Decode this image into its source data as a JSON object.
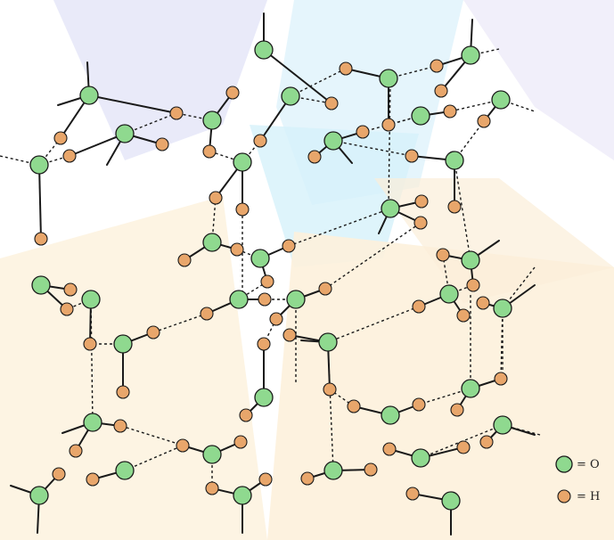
{
  "colors": {
    "oxygen": "#8fd98f",
    "hydrogen": "#e8a66b",
    "bond": "#1a1a1a",
    "bg_band_1": "#dfe1f7",
    "bg_band_2": "#d8f2fb",
    "bg_band_3": "#fdf1dd"
  },
  "legend": {
    "oxygen_label": "= O",
    "hydrogen_label": "= H"
  },
  "molecules": [
    {
      "id": 0,
      "o": [
        296,
        56
      ],
      "h": [
        [
          372,
          116
        ]
      ]
    },
    {
      "id": 1,
      "o": [
        436,
        88
      ],
      "h": [
        [
          388,
          77
        ],
        [
          436,
          140
        ]
      ]
    },
    {
      "id": 2,
      "o": [
        528,
        62
      ],
      "h": [
        [
          490,
          74
        ],
        [
          495,
          102
        ]
      ]
    },
    {
      "id": 3,
      "o": [
        100,
        107
      ],
      "h": [
        [
          68,
          155
        ],
        [
          198,
          127
        ]
      ]
    },
    {
      "id": 4,
      "o": [
        238,
        135
      ],
      "h": [
        [
          261,
          104
        ],
        [
          235,
          170
        ]
      ]
    },
    {
      "id": 5,
      "o": [
        326,
        108
      ],
      "h": [
        [
          292,
          158
        ]
      ]
    },
    {
      "id": 6,
      "o": [
        472,
        130
      ],
      "h": [
        [
          505,
          125
        ]
      ]
    },
    {
      "id": 7,
      "o": [
        562,
        112
      ],
      "h": [
        [
          543,
          136
        ]
      ]
    },
    {
      "id": 8,
      "o": [
        140,
        150
      ],
      "h": [
        [
          182,
          162
        ],
        [
          78,
          175
        ]
      ]
    },
    {
      "id": 9,
      "o": [
        44,
        185
      ],
      "h": [
        [
          46,
          268
        ]
      ]
    },
    {
      "id": 10,
      "o": [
        272,
        182
      ],
      "h": [
        [
          272,
          235
        ],
        [
          242,
          222
        ]
      ]
    },
    {
      "id": 11,
      "o": [
        374,
        158
      ],
      "h": [
        [
          353,
          176
        ],
        [
          407,
          148
        ]
      ]
    },
    {
      "id": 12,
      "o": [
        510,
        180
      ],
      "h": [
        [
          462,
          175
        ],
        [
          510,
          232
        ]
      ]
    },
    {
      "id": 13,
      "o": [
        238,
        272
      ],
      "h": [
        [
          207,
          292
        ],
        [
          266,
          280
        ]
      ]
    },
    {
      "id": 14,
      "o": [
        438,
        234
      ],
      "h": [
        [
          473,
          226
        ],
        [
          472,
          250
        ]
      ]
    },
    {
      "id": 15,
      "o": [
        292,
        290
      ],
      "h": [
        [
          324,
          276
        ],
        [
          300,
          316
        ]
      ]
    },
    {
      "id": 16,
      "o": [
        46,
        320
      ],
      "h": [
        [
          79,
          325
        ],
        [
          75,
          347
        ]
      ]
    },
    {
      "id": 17,
      "o": [
        102,
        336
      ],
      "h": [
        [
          101,
          386
        ]
      ]
    },
    {
      "id": 18,
      "o": [
        268,
        336
      ],
      "h": [
        [
          297,
          336
        ],
        [
          232,
          352
        ]
      ]
    },
    {
      "id": 19,
      "o": [
        332,
        336
      ],
      "h": [
        [
          365,
          324
        ],
        [
          310,
          358
        ]
      ]
    },
    {
      "id": 20,
      "o": [
        528,
        292
      ],
      "h": [
        [
          497,
          286
        ],
        [
          531,
          320
        ]
      ]
    },
    {
      "id": 21,
      "o": [
        504,
        330
      ],
      "h": [
        [
          470,
          344
        ],
        [
          520,
          354
        ]
      ]
    },
    {
      "id": 22,
      "o": [
        564,
        346
      ],
      "h": [
        [
          542,
          340
        ]
      ]
    },
    {
      "id": 23,
      "o": [
        138,
        386
      ],
      "h": [
        [
          138,
          440
        ],
        [
          172,
          373
        ]
      ]
    },
    {
      "id": 24,
      "o": [
        368,
        384
      ],
      "h": [
        [
          370,
          437
        ],
        [
          325,
          376
        ]
      ]
    },
    {
      "id": 25,
      "o": [
        296,
        446
      ],
      "h": [
        [
          276,
          466
        ],
        [
          296,
          386
        ]
      ]
    },
    {
      "id": 26,
      "o": [
        438,
        466
      ],
      "h": [
        [
          470,
          454
        ],
        [
          397,
          456
        ]
      ]
    },
    {
      "id": 27,
      "o": [
        528,
        436
      ],
      "h": [
        [
          513,
          460
        ],
        [
          562,
          425
        ]
      ]
    },
    {
      "id": 28,
      "o": [
        104,
        474
      ],
      "h": [
        [
          85,
          506
        ],
        [
          135,
          478
        ]
      ]
    },
    {
      "id": 29,
      "o": [
        238,
        510
      ],
      "h": [
        [
          205,
          500
        ],
        [
          270,
          496
        ]
      ]
    },
    {
      "id": 30,
      "o": [
        374,
        528
      ],
      "h": [
        [
          416,
          527
        ],
        [
          345,
          537
        ]
      ]
    },
    {
      "id": 31,
      "o": [
        472,
        514
      ],
      "h": [
        [
          437,
          504
        ],
        [
          520,
          502
        ]
      ]
    },
    {
      "id": 32,
      "o": [
        564,
        477
      ],
      "h": [
        [
          546,
          496
        ]
      ]
    },
    {
      "id": 33,
      "o": [
        140,
        528
      ],
      "h": [
        [
          104,
          538
        ]
      ]
    },
    {
      "id": 34,
      "o": [
        44,
        556
      ],
      "h": [
        [
          66,
          532
        ]
      ]
    },
    {
      "id": 35,
      "o": [
        272,
        556
      ],
      "h": [
        [
          238,
          548
        ],
        [
          298,
          538
        ]
      ]
    },
    {
      "id": 36,
      "o": [
        506,
        562
      ],
      "h": [
        [
          463,
          554
        ]
      ]
    }
  ],
  "hydrogen_bonds": [
    [
      [
        296,
        56
      ],
      [
        372,
        116
      ]
    ],
    [
      [
        326,
        108
      ],
      [
        372,
        116
      ]
    ],
    [
      [
        326,
        108
      ],
      [
        388,
        77
      ]
    ],
    [
      [
        238,
        135
      ],
      [
        198,
        127
      ]
    ],
    [
      [
        140,
        150
      ],
      [
        198,
        127
      ]
    ],
    [
      [
        100,
        107
      ],
      [
        198,
        127
      ]
    ],
    [
      [
        436,
        88
      ],
      [
        490,
        74
      ]
    ],
    [
      [
        472,
        130
      ],
      [
        436,
        140
      ]
    ],
    [
      [
        562,
        112
      ],
      [
        505,
        125
      ]
    ],
    [
      [
        44,
        185
      ],
      [
        78,
        175
      ]
    ],
    [
      [
        326,
        108
      ],
      [
        292,
        158
      ]
    ],
    [
      [
        272,
        182
      ],
      [
        292,
        158
      ]
    ],
    [
      [
        374,
        158
      ],
      [
        407,
        148
      ]
    ],
    [
      [
        472,
        130
      ],
      [
        407,
        148
      ]
    ],
    [
      [
        510,
        180
      ],
      [
        543,
        136
      ]
    ],
    [
      [
        374,
        158
      ],
      [
        462,
        175
      ]
    ],
    [
      [
        238,
        272
      ],
      [
        242,
        222
      ]
    ],
    [
      [
        272,
        182
      ],
      [
        242,
        222
      ]
    ],
    [
      [
        44,
        185
      ],
      [
        46,
        268
      ]
    ],
    [
      [
        44,
        185
      ],
      [
        68,
        155
      ]
    ],
    [
      [
        238,
        135
      ],
      [
        235,
        170
      ]
    ],
    [
      [
        238,
        272
      ],
      [
        266,
        280
      ]
    ],
    [
      [
        292,
        290
      ],
      [
        266,
        280
      ]
    ],
    [
      [
        324,
        276
      ],
      [
        438,
        234
      ]
    ],
    [
      [
        46,
        320
      ],
      [
        79,
        325
      ]
    ],
    [
      [
        102,
        336
      ],
      [
        75,
        347
      ]
    ],
    [
      [
        102,
        336
      ],
      [
        101,
        386
      ]
    ],
    [
      [
        138,
        386
      ],
      [
        101,
        386
      ]
    ],
    [
      [
        268,
        336
      ],
      [
        297,
        336
      ]
    ],
    [
      [
        332,
        336
      ],
      [
        297,
        336
      ]
    ],
    [
      [
        332,
        336
      ],
      [
        365,
        324
      ]
    ],
    [
      [
        365,
        324
      ],
      [
        472,
        250
      ]
    ],
    [
      [
        232,
        352
      ],
      [
        172,
        373
      ]
    ],
    [
      [
        300,
        316
      ],
      [
        268,
        336
      ]
    ],
    [
      [
        310,
        358
      ],
      [
        296,
        386
      ]
    ],
    [
      [
        504,
        330
      ],
      [
        497,
        286
      ]
    ],
    [
      [
        504,
        330
      ],
      [
        531,
        320
      ]
    ],
    [
      [
        564,
        346
      ],
      [
        542,
        340
      ]
    ],
    [
      [
        504,
        330
      ],
      [
        470,
        344
      ]
    ],
    [
      [
        470,
        344
      ],
      [
        368,
        384
      ]
    ],
    [
      [
        368,
        384
      ],
      [
        325,
        376
      ]
    ],
    [
      [
        564,
        346
      ],
      [
        562,
        425
      ]
    ],
    [
      [
        528,
        436
      ],
      [
        562,
        425
      ]
    ],
    [
      [
        528,
        436
      ],
      [
        470,
        454
      ]
    ],
    [
      [
        438,
        466
      ],
      [
        397,
        456
      ]
    ],
    [
      [
        370,
        437
      ],
      [
        397,
        456
      ]
    ],
    [
      [
        296,
        446
      ],
      [
        276,
        466
      ]
    ],
    [
      [
        238,
        510
      ],
      [
        270,
        496
      ]
    ],
    [
      [
        238,
        510
      ],
      [
        205,
        500
      ]
    ],
    [
      [
        138,
        440
      ],
      [
        138,
        386
      ]
    ],
    [
      [
        104,
        474
      ],
      [
        135,
        478
      ]
    ],
    [
      [
        238,
        510
      ],
      [
        238,
        548
      ]
    ],
    [
      [
        272,
        556
      ],
      [
        298,
        538
      ]
    ],
    [
      [
        374,
        528
      ],
      [
        345,
        537
      ]
    ],
    [
      [
        374,
        528
      ],
      [
        416,
        527
      ]
    ],
    [
      [
        472,
        514
      ],
      [
        437,
        504
      ]
    ],
    [
      [
        472,
        514
      ],
      [
        520,
        502
      ]
    ],
    [
      [
        564,
        477
      ],
      [
        546,
        496
      ]
    ],
    [
      [
        506,
        562
      ],
      [
        463,
        554
      ]
    ],
    [
      [
        140,
        528
      ],
      [
        104,
        538
      ]
    ],
    [
      [
        44,
        556
      ],
      [
        66,
        532
      ]
    ],
    [
      [
        140,
        528
      ],
      [
        205,
        500
      ]
    ],
    [
      [
        104,
        474
      ],
      [
        85,
        506
      ]
    ],
    [
      [
        172,
        373
      ],
      [
        138,
        386
      ]
    ],
    [
      [
        236,
        170
      ],
      [
        272,
        182
      ]
    ],
    [
      [
        136,
        478
      ],
      [
        238,
        510
      ]
    ]
  ],
  "stubs": [
    [
      [
        296,
        56
      ],
      [
        296,
        15
      ]
    ],
    [
      [
        528,
        62
      ],
      [
        530,
        22
      ]
    ],
    [
      [
        100,
        107
      ],
      [
        98,
        70
      ]
    ],
    [
      [
        100,
        107
      ],
      [
        65,
        118
      ]
    ],
    [
      [
        140,
        150
      ],
      [
        120,
        185
      ]
    ],
    [
      [
        374,
        158
      ],
      [
        395,
        183
      ]
    ],
    [
      [
        438,
        234
      ],
      [
        425,
        262
      ]
    ],
    [
      [
        528,
        292
      ],
      [
        560,
        270
      ]
    ],
    [
      [
        564,
        346
      ],
      [
        600,
        320
      ]
    ],
    [
      [
        368,
        384
      ],
      [
        338,
        382
      ]
    ],
    [
      [
        44,
        556
      ],
      [
        12,
        545
      ]
    ],
    [
      [
        44,
        556
      ],
      [
        42,
        598
      ]
    ],
    [
      [
        272,
        556
      ],
      [
        272,
        598
      ]
    ],
    [
      [
        506,
        562
      ],
      [
        506,
        600
      ]
    ],
    [
      [
        564,
        477
      ],
      [
        600,
        488
      ]
    ],
    [
      [
        104,
        474
      ],
      [
        70,
        486
      ]
    ]
  ],
  "long_dashed": [
    [
      [
        0,
        175
      ],
      [
        44,
        185
      ]
    ],
    [
      [
        562,
        112
      ],
      [
        600,
        125
      ]
    ],
    [
      [
        528,
        62
      ],
      [
        560,
        55
      ]
    ],
    [
      [
        600,
        300
      ],
      [
        564,
        346
      ]
    ],
    [
      [
        606,
        488
      ],
      [
        564,
        477
      ]
    ],
    [
      [
        438,
        88
      ],
      [
        436,
        235
      ]
    ],
    [
      [
        510,
        180
      ],
      [
        528,
        292
      ]
    ],
    [
      [
        528,
        436
      ],
      [
        528,
        330
      ]
    ],
    [
      [
        564,
        346
      ],
      [
        564,
        425
      ]
    ],
    [
      [
        472,
        514
      ],
      [
        564,
        477
      ]
    ],
    [
      [
        272,
        182
      ],
      [
        272,
        336
      ]
    ],
    [
      [
        102,
        336
      ],
      [
        104,
        474
      ]
    ],
    [
      [
        368,
        384
      ],
      [
        374,
        528
      ]
    ],
    [
      [
        332,
        336
      ],
      [
        332,
        430
      ]
    ]
  ]
}
